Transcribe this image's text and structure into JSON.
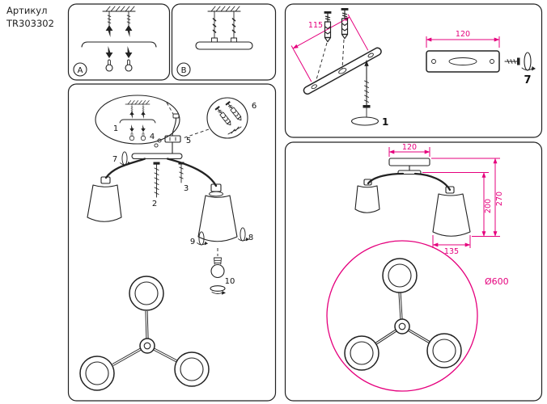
{
  "header": {
    "label": "Артикул",
    "article": "TR303302"
  },
  "colors": {
    "ink": "#222222",
    "accent": "#e5007d"
  },
  "panel_ab": {
    "a": "A",
    "b": "B"
  },
  "assembly_steps": {
    "n1": "1",
    "n2": "2",
    "n3": "3",
    "n4": "4",
    "n5": "5",
    "n6": "6",
    "n7": "7",
    "n8": "8",
    "n9": "9",
    "n10": "10"
  },
  "bracket_panel": {
    "dim_bracket_length": "115",
    "dim_bar_length": "120",
    "step_mount": "1",
    "step_tighten": "7"
  },
  "dimension_panel": {
    "dim_canopy_width": "120",
    "dim_total_height": "270",
    "dim_body_height": "200",
    "dim_shade_width": "135",
    "dim_diameter": "Ø600"
  }
}
